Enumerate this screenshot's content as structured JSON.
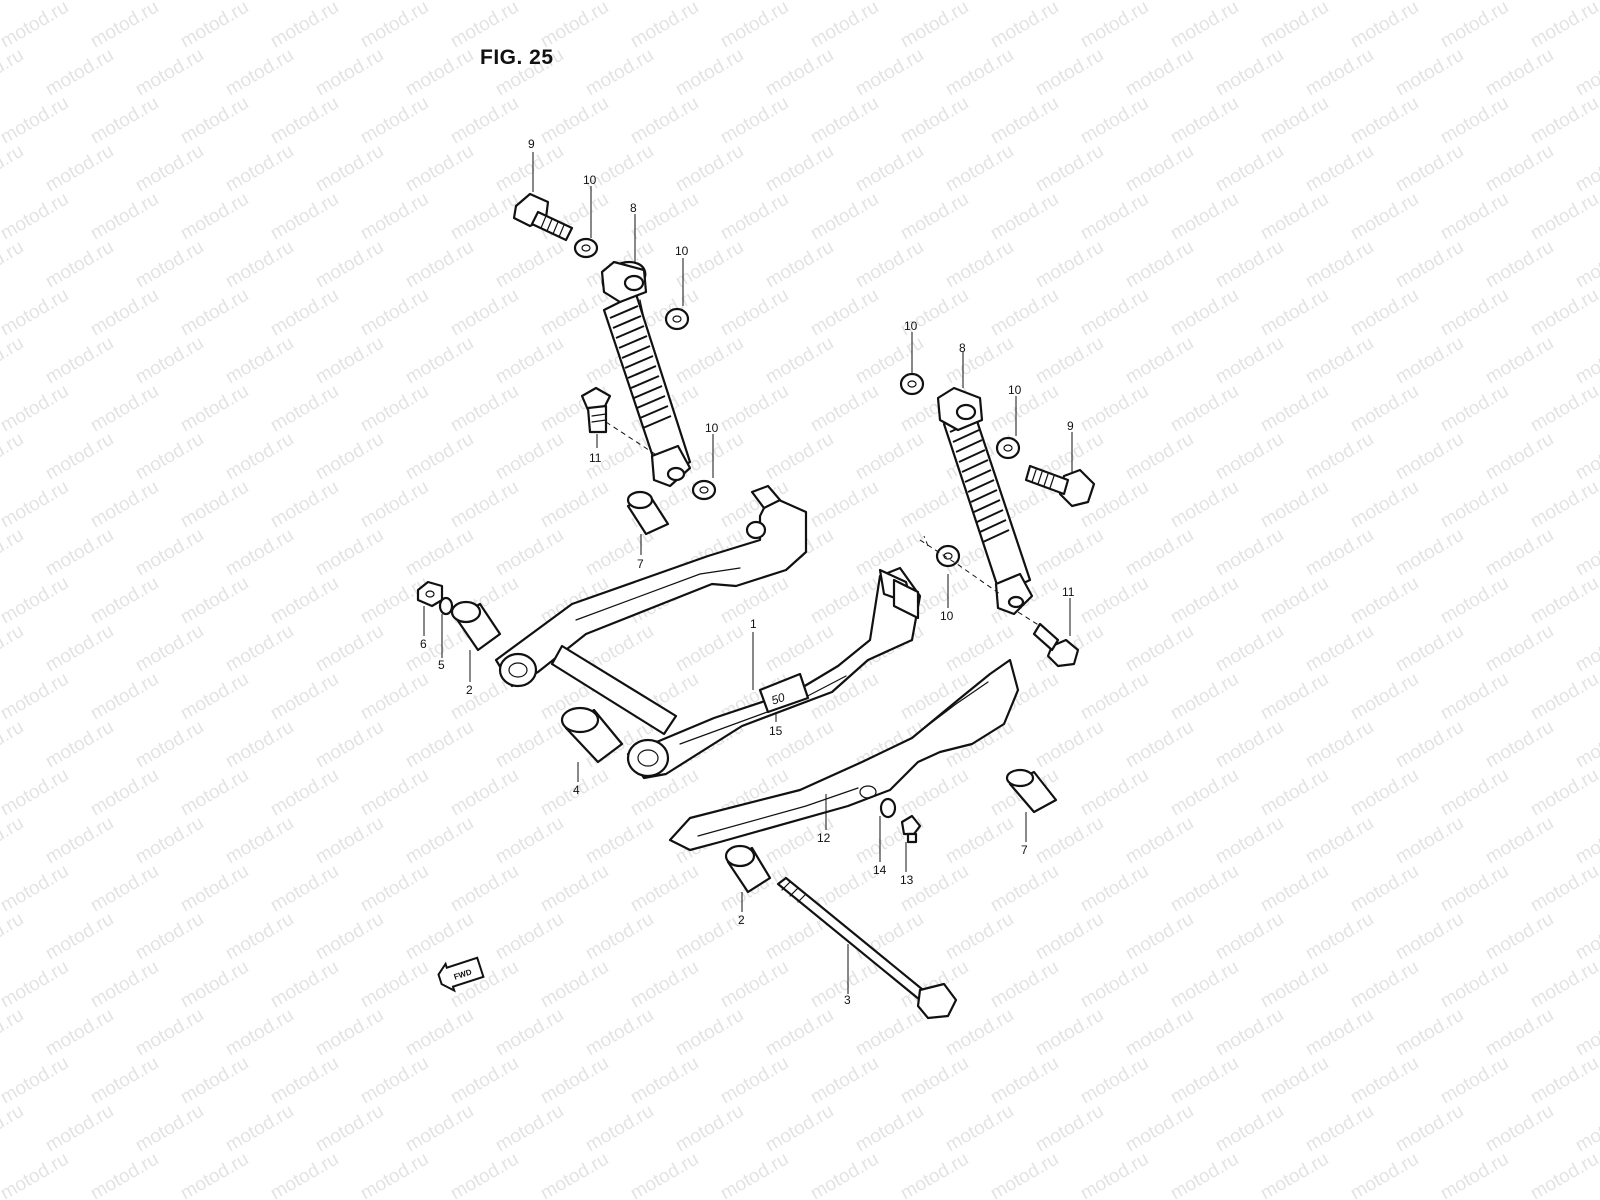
{
  "figure": {
    "title": "FIG. 25"
  },
  "watermark": {
    "text": "motod.ru"
  },
  "direction_marker": {
    "text": "FWD"
  },
  "callouts": {
    "c1": "1",
    "c2a": "2",
    "c2b": "2",
    "c3": "3",
    "c4": "4",
    "c5": "5",
    "c6": "6",
    "c7a": "7",
    "c7b": "7",
    "c8a": "8",
    "c8b": "8",
    "c9a": "9",
    "c9b": "9",
    "c10a": "10",
    "c10b": "10",
    "c10c": "10",
    "c10d": "10",
    "c10e": "10",
    "c10f": "10",
    "c11a": "11",
    "c11b": "11",
    "c12": "12",
    "c13": "13",
    "c14": "14",
    "c15": "15"
  },
  "emblem": {
    "text": "50"
  },
  "colors": {
    "line": "#111111",
    "background": "#ffffff"
  }
}
